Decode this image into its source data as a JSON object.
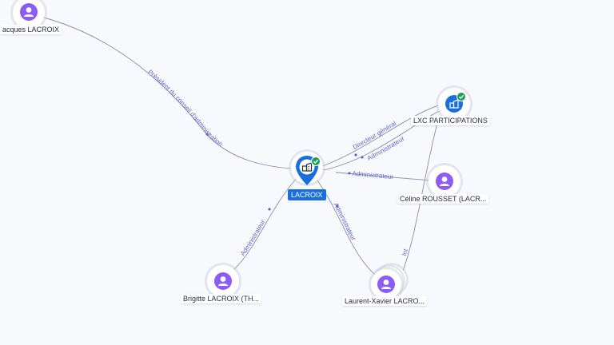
{
  "graph": {
    "edges": [
      {
        "id": "e1",
        "label": "Président du conseil d'administration"
      },
      {
        "id": "e2",
        "label": "Directeur général"
      },
      {
        "id": "e3",
        "label": "Administrateur"
      },
      {
        "id": "e4",
        "label": "Administrateur"
      },
      {
        "id": "e5",
        "label": "Administrateur"
      },
      {
        "id": "e6",
        "label": "Administrateur"
      },
      {
        "id": "e7",
        "label": "Int"
      }
    ],
    "nodes": {
      "lacroix": {
        "label": "LACROIX",
        "type": "company",
        "icon": "company-icon",
        "verified": true
      },
      "jacques": {
        "label": "acques LACROIX",
        "type": "person",
        "icon": "person-icon"
      },
      "lxc": {
        "label": "LXC PARTICIPATIONS",
        "type": "company",
        "icon": "company-icon",
        "verified": true
      },
      "celine": {
        "label": "Céline ROUSSET (LACR...",
        "type": "person",
        "icon": "person-icon"
      },
      "brigitte": {
        "label": "Brigitte LACROIX (TH...",
        "type": "person",
        "icon": "person-icon"
      },
      "laurent": {
        "label": "Laurent-Xavier LACRO...",
        "type": "person",
        "icon": "person-icon"
      }
    }
  },
  "colors": {
    "person": "#8b5cf6",
    "company": "#1a6fe0",
    "verified": "#1f9d55",
    "edge": "#8a8fa6",
    "edge_label": "#5b67c8"
  }
}
